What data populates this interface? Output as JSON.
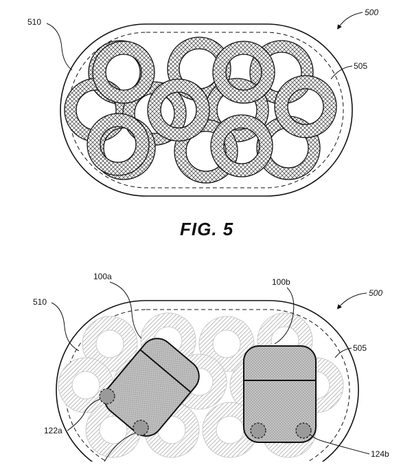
{
  "figure_upper": {
    "ref_main": "500",
    "ref_container": "510",
    "ref_rings": "505",
    "caption": "FIG. 5"
  },
  "figure_lower": {
    "ref_main": "500",
    "ref_container": "510",
    "ref_rings": "505",
    "ref_device_a": "100a",
    "ref_device_b": "100b",
    "ref_contact_a": "122a",
    "ref_contact_b": "124b"
  }
}
